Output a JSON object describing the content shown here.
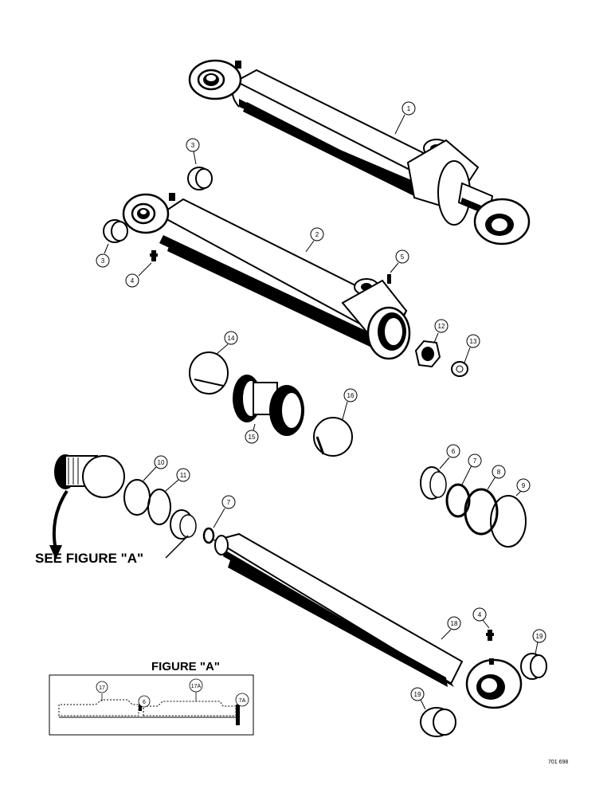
{
  "callouts": {
    "c1": "1",
    "c2": "2",
    "c3a": "3",
    "c3b": "3",
    "c4a": "4",
    "c4b": "4",
    "c5": "5",
    "c6": "6",
    "c7a": "7",
    "c7b": "7",
    "c8": "8",
    "c9": "9",
    "c10": "10",
    "c11": "11",
    "c12": "12",
    "c13": "13",
    "c14": "14",
    "c15": "15",
    "c16": "16",
    "c18": "18",
    "c19a": "19",
    "c19b": "19"
  },
  "see_figure_label": "SEE FIGURE \"A\"",
  "figure_a": {
    "title": "FIGURE \"A\"",
    "callouts": {
      "c17": "17",
      "c6": "6",
      "c17a": "17A",
      "c7a": "7A"
    }
  },
  "drawing_number": "701 698"
}
